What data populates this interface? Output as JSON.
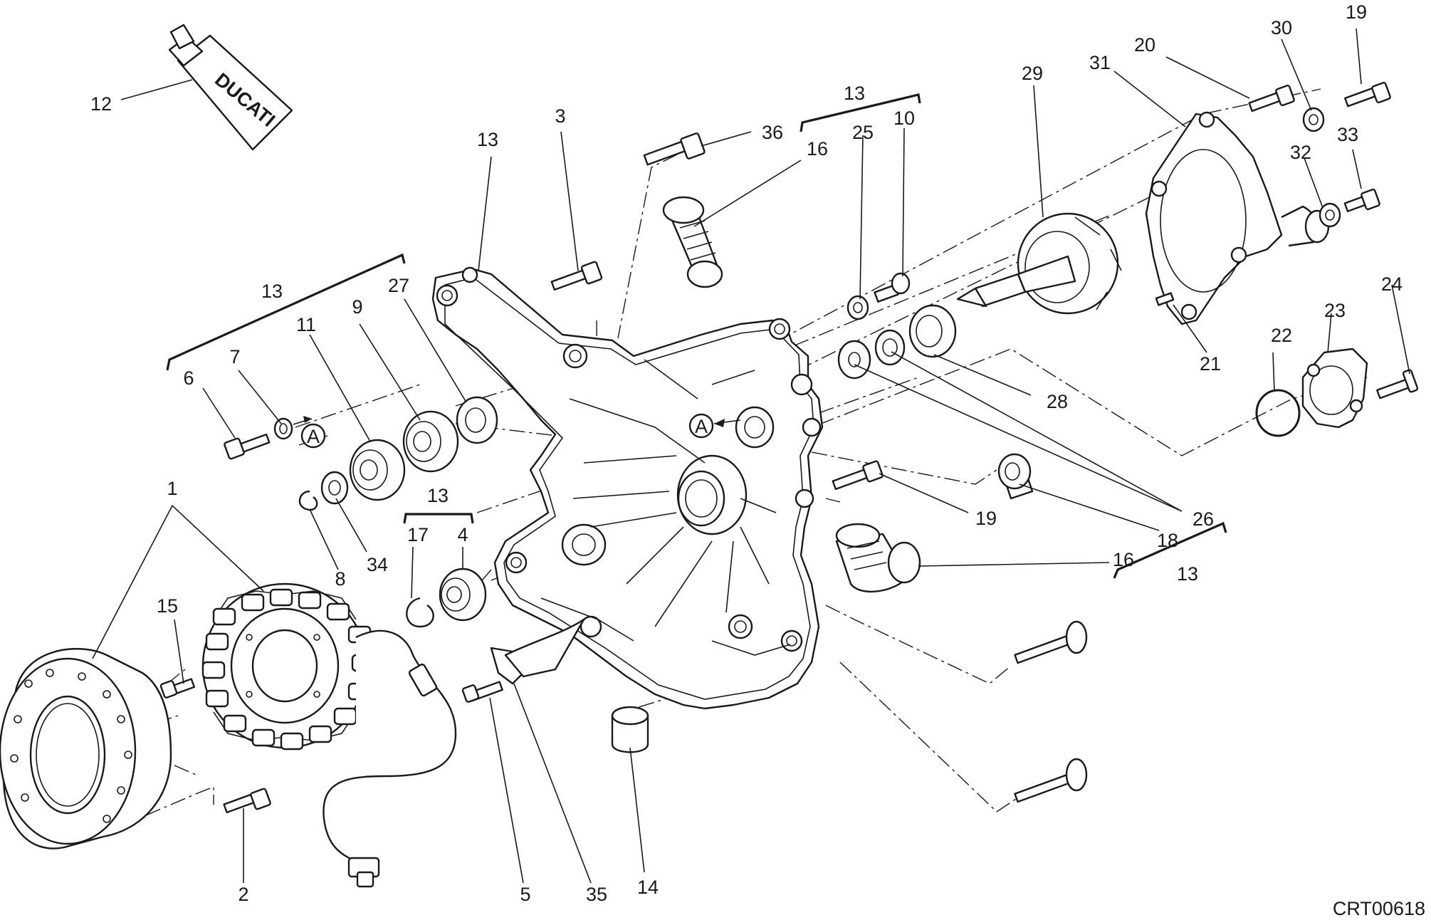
{
  "diagram": {
    "drawing_code": "CRT00618",
    "tube_brand": "DUCATI",
    "circle_marker": "A",
    "callouts": [
      {
        "id": "c12",
        "label": "12"
      },
      {
        "id": "c3",
        "label": "3"
      },
      {
        "id": "c13a",
        "label": "13"
      },
      {
        "id": "c36",
        "label": "36"
      },
      {
        "id": "c13b",
        "label": "13"
      },
      {
        "id": "c16a",
        "label": "16"
      },
      {
        "id": "c25",
        "label": "25"
      },
      {
        "id": "c10",
        "label": "10"
      },
      {
        "id": "c29",
        "label": "29"
      },
      {
        "id": "c31",
        "label": "31"
      },
      {
        "id": "c20",
        "label": "20"
      },
      {
        "id": "c30",
        "label": "30"
      },
      {
        "id": "c19a",
        "label": "19"
      },
      {
        "id": "c33",
        "label": "33"
      },
      {
        "id": "c32",
        "label": "32"
      },
      {
        "id": "c13c",
        "label": "13"
      },
      {
        "id": "c11",
        "label": "11"
      },
      {
        "id": "c9",
        "label": "9"
      },
      {
        "id": "c27",
        "label": "27"
      },
      {
        "id": "c6",
        "label": "6"
      },
      {
        "id": "c7",
        "label": "7"
      },
      {
        "id": "c1",
        "label": "1"
      },
      {
        "id": "c8",
        "label": "8"
      },
      {
        "id": "c34",
        "label": "34"
      },
      {
        "id": "c13d",
        "label": "13"
      },
      {
        "id": "c17",
        "label": "17"
      },
      {
        "id": "c4",
        "label": "4"
      },
      {
        "id": "c15",
        "label": "15"
      },
      {
        "id": "c21",
        "label": "21"
      },
      {
        "id": "c28",
        "label": "28"
      },
      {
        "id": "c22",
        "label": "22"
      },
      {
        "id": "c23",
        "label": "23"
      },
      {
        "id": "c24",
        "label": "24"
      },
      {
        "id": "c19b",
        "label": "19"
      },
      {
        "id": "c26",
        "label": "26"
      },
      {
        "id": "c18",
        "label": "18"
      },
      {
        "id": "c16b",
        "label": "16"
      },
      {
        "id": "c13e",
        "label": "13"
      },
      {
        "id": "c2",
        "label": "2"
      },
      {
        "id": "c5",
        "label": "5"
      },
      {
        "id": "c35",
        "label": "35"
      },
      {
        "id": "c14",
        "label": "14"
      }
    ]
  }
}
